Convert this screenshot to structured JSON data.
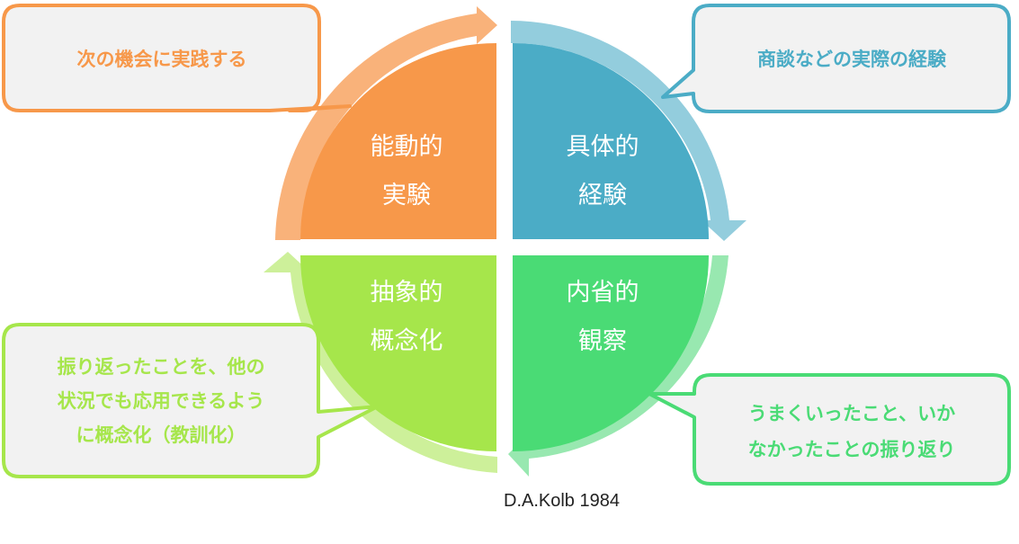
{
  "quadrants": {
    "active_experimentation": {
      "line1": "能動的",
      "line2": "実験",
      "color": "#F7984A",
      "ring_color": "#F9B27A"
    },
    "concrete_experience": {
      "line1": "具体的",
      "line2": "経験",
      "color": "#4BACC6",
      "ring_color": "#93CDDD"
    },
    "reflective_observation": {
      "line1": "内省的",
      "line2": "観察",
      "color": "#4ADB75",
      "ring_color": "#98E8B0"
    },
    "abstract_conceptualization": {
      "line1": "抽象的",
      "line2": "概念化",
      "color": "#A6E64B",
      "ring_color": "#CDF09A"
    }
  },
  "callouts": {
    "top_left": {
      "text": "次の機会に実践する",
      "color": "#F7984A"
    },
    "top_right": {
      "text": "商談などの実際の経験",
      "color": "#4BACC6"
    },
    "bottom_left": {
      "line1": "振り返ったことを、他の",
      "line2": "状況でも応用できるよう",
      "line3": "に概念化（教訓化）",
      "color": "#A6E64B"
    },
    "bottom_right": {
      "line1": "うまくいったこと、いか",
      "line2": "なかったことの振り返り",
      "color": "#4ADB75"
    }
  },
  "citation": "D.A.Kolb 1984"
}
